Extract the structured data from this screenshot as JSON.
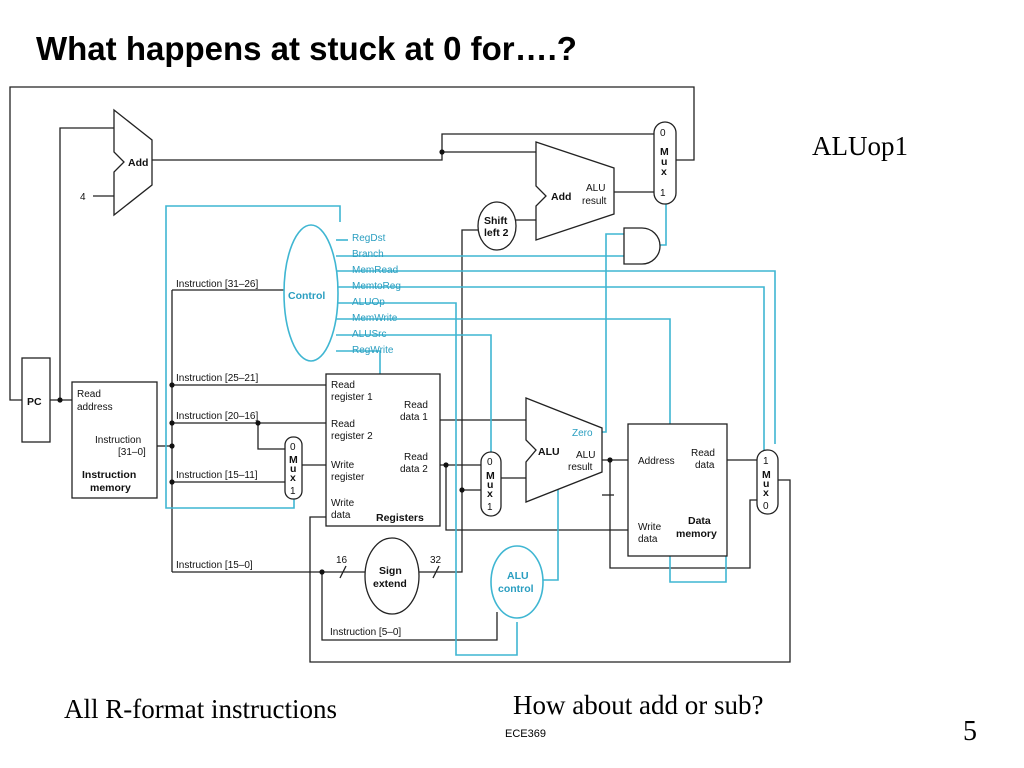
{
  "slide": {
    "title": "What happens at stuck at 0 for….?",
    "note_top_right": "ALUop1",
    "note_bottom_left": "All R-format instructions",
    "note_bottom_center": "How about add or sub?",
    "footer": "ECE369",
    "page_number": "5"
  },
  "diagram": {
    "pc": "PC",
    "add_pc": "Add",
    "const_four": "4",
    "add_branch": "Add",
    "alu_result_top": "ALU",
    "alu_result_bottom": "result",
    "shift_top": "Shift",
    "shift_bottom": "left 2",
    "control": "Control",
    "control_signals": [
      "RegDst",
      "Branch",
      "MemRead",
      "MemtoReg",
      "ALUOp",
      "MemWrite",
      "ALUSrc",
      "RegWrite"
    ],
    "imem": {
      "read": "Read",
      "address": "address",
      "instr": "Instruction",
      "bits": "[31–0]",
      "title1": "Instruction",
      "title2": "memory"
    },
    "instr_fields": [
      "Instruction [31–26]",
      "Instruction [25–21]",
      "Instruction [20–16]",
      "Instruction [15–11]",
      "Instruction [15–0]",
      "Instruction [5–0]"
    ],
    "regs": {
      "rr1a": "Read",
      "rr1b": "register 1",
      "rr2a": "Read",
      "rr2b": "register 2",
      "wra": "Write",
      "wrb": "register",
      "wda": "Write",
      "wdb": "data",
      "rd1a": "Read",
      "rd1b": "data 1",
      "rd2a": "Read",
      "rd2b": "data 2",
      "title": "Registers"
    },
    "sign_top": "Sign",
    "sign_bottom": "extend",
    "bits_in": "16",
    "bits_out": "32",
    "alu": "ALU",
    "zero": "Zero",
    "alu_res_a": "ALU",
    "alu_res_b": "result",
    "aluctl_top": "ALU",
    "aluctl_bottom": "control",
    "dmem": {
      "address": "Address",
      "rda": "Read",
      "rdb": "data",
      "wda": "Write",
      "wdb": "data",
      "t1": "Data",
      "t2": "memory"
    },
    "mux": {
      "m": "M",
      "u": "u",
      "x": "x",
      "zero": "0",
      "one": "1"
    }
  }
}
